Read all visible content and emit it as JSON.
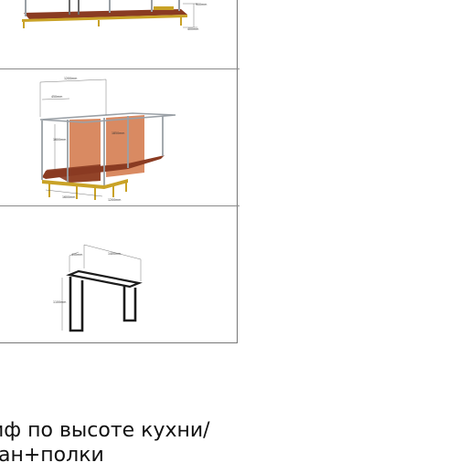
{
  "panels": [
    {
      "dimensions": [
        "900mm",
        "400mm"
      ]
    },
    {
      "dimensions": [
        "1200mm",
        "450mm",
        "1600mm",
        "1850mm",
        "1600mm",
        "1200mm"
      ]
    },
    {
      "dimensions": [
        "450mm",
        "1400mm",
        "1100mm"
      ]
    }
  ],
  "caption": {
    "line1": "иф по высоте кухни/",
    "line2": "ан+полки"
  },
  "colors": {
    "floor": "#8a3b22",
    "wall": "#d98a62",
    "wood": "#c9a227",
    "frame": "#9aa0a6",
    "table": "#1c1c1c"
  }
}
